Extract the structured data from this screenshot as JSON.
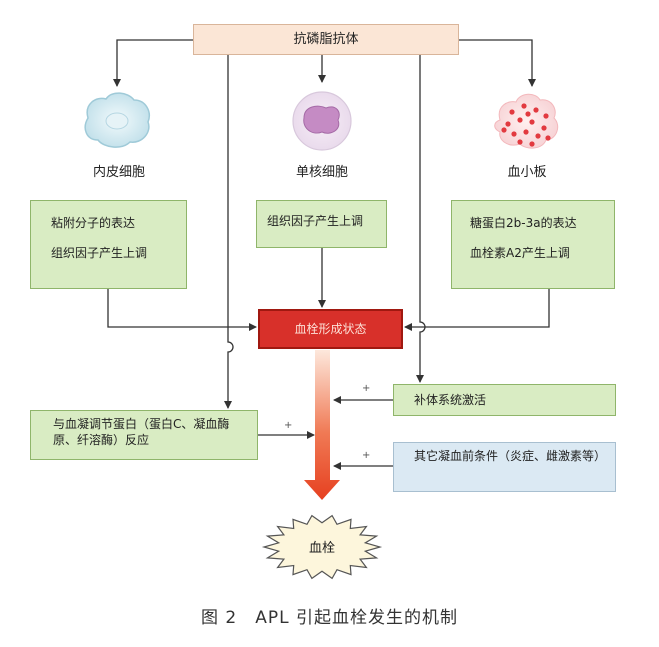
{
  "diagram": {
    "top_node": "抗磷脂抗体",
    "cells": [
      {
        "id": "endothelial",
        "label": "内皮细胞",
        "effects": [
          "粘附分子的表达",
          "组织因子产生上调"
        ]
      },
      {
        "id": "monocyte",
        "label": "单核细胞",
        "effects": [
          "组织因子产生上调"
        ]
      },
      {
        "id": "platelet",
        "label": "血小板",
        "effects": [
          "糖蛋白2b-3a的表达",
          "血栓素A2产生上调"
        ]
      }
    ],
    "center_node": "血栓形成状态",
    "complement": "补体系统激活",
    "regulators": "与血凝调节蛋白（蛋白C、凝血酶原、纤溶酶）反应",
    "other": "其它凝血前条件（炎症、雌激素等）",
    "plus_sign": "+",
    "outcome": "血栓"
  },
  "colors": {
    "arrow": "#333333",
    "red_node": "#d8302a",
    "green_box": "#d9ecc3",
    "top_box": "#fbe6d6",
    "blue_box": "#dbe9f3",
    "cell_endothelial": "#cfe6ee",
    "cell_monocyte": "#d7a9d2",
    "cell_platelet": "#e8383e"
  },
  "caption": "图 2　APL 引起血栓发生的机制"
}
